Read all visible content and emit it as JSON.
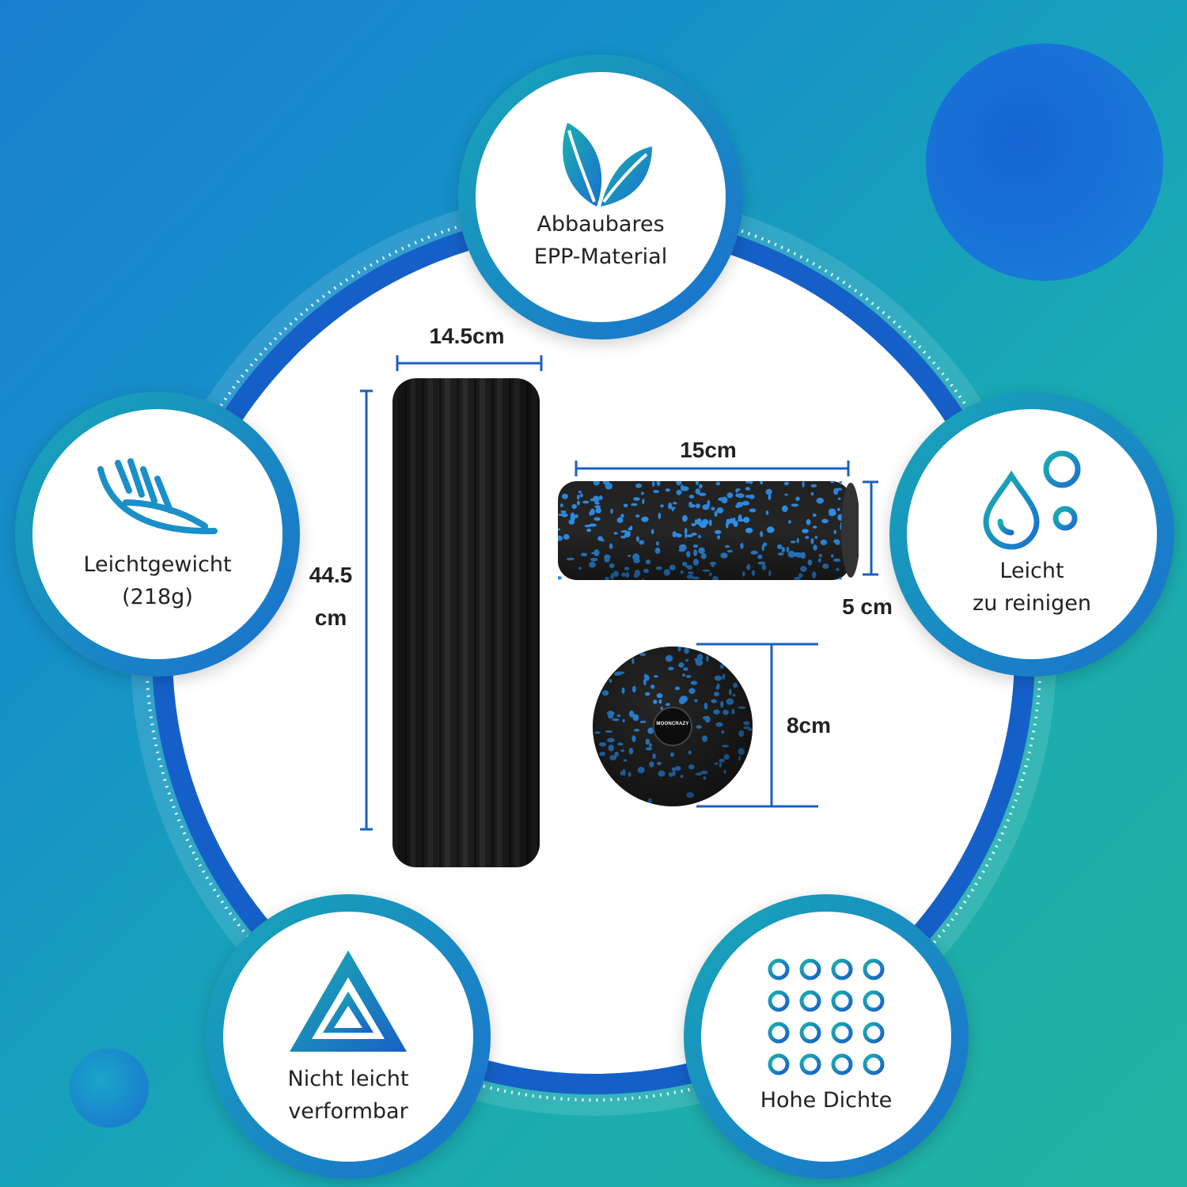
{
  "colors": {
    "accent_blue": "#1a6fcf",
    "accent_teal": "#1bb0a8",
    "foam_black": "#1f1f1f",
    "foam_dot": "#2f8fe8"
  },
  "features": [
    {
      "icon": "leaf-icon",
      "label": "Abbaubares\nEPP-Material"
    },
    {
      "icon": "feather-icon",
      "label": "Leichtgewicht\n(218g)"
    },
    {
      "icon": "water-drop-icon",
      "label": "Leicht\nzu reinigen"
    },
    {
      "icon": "triangle-icon",
      "label": "Nicht leicht\nverformbar"
    },
    {
      "icon": "grid-nodes-icon",
      "label": "Hohe Dichte"
    }
  ],
  "dimensions": {
    "large_roller_width": "14.5cm",
    "large_roller_height": "44.5\ncm",
    "small_roller_length": "15cm",
    "small_roller_diameter": "5 cm",
    "ball_diameter": "8cm"
  },
  "ball_logo": "MOONCRAZY"
}
